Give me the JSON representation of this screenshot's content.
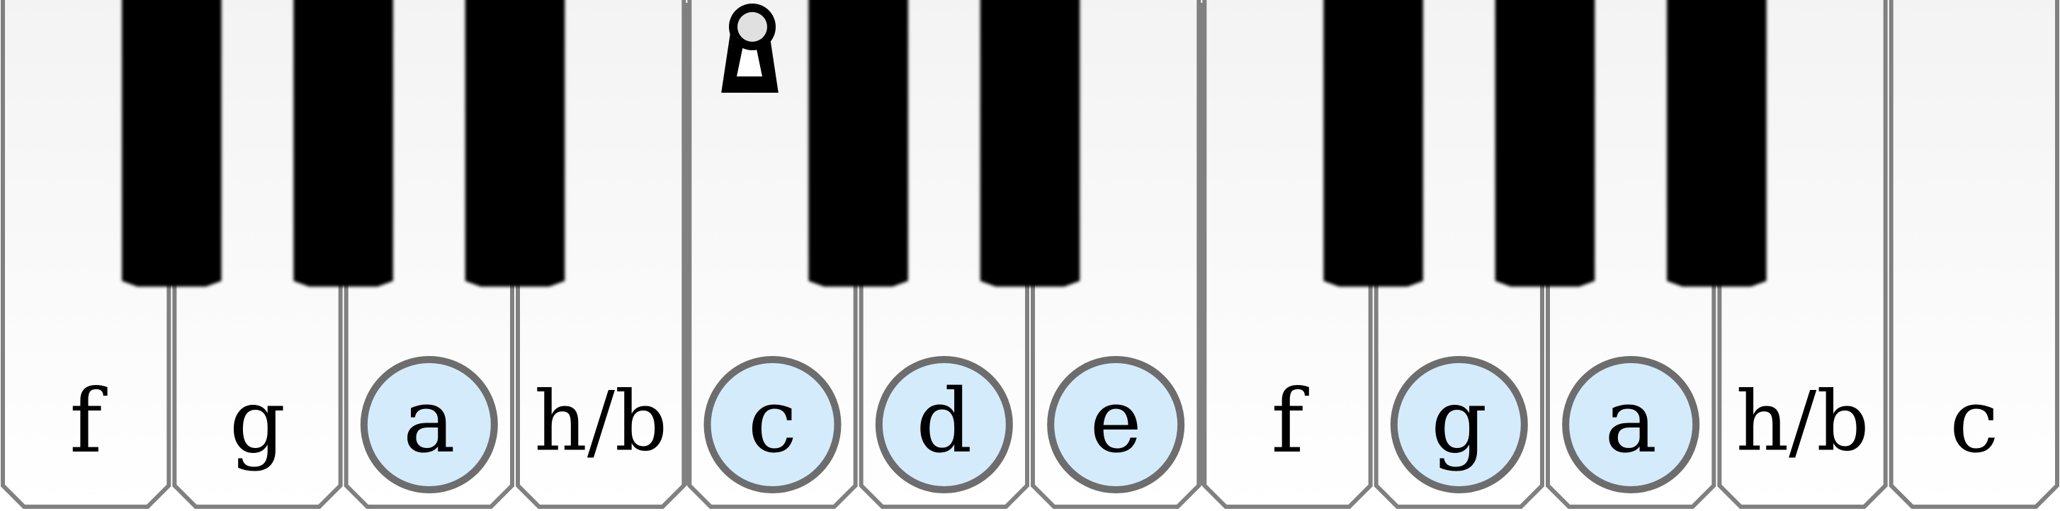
{
  "keyboard": {
    "white_keys": [
      {
        "label": "f",
        "highlighted": false
      },
      {
        "label": "g",
        "highlighted": false
      },
      {
        "label": "a",
        "highlighted": true
      },
      {
        "label": "h/b",
        "highlighted": false
      },
      {
        "label": "c",
        "highlighted": true
      },
      {
        "label": "d",
        "highlighted": true
      },
      {
        "label": "e",
        "highlighted": true
      },
      {
        "label": "f",
        "highlighted": false
      },
      {
        "label": "g",
        "highlighted": true
      },
      {
        "label": "a",
        "highlighted": true
      },
      {
        "label": "h/b",
        "highlighted": false
      },
      {
        "label": "c",
        "highlighted": false
      }
    ],
    "marker_icon": "keyhole-marker-icon",
    "colors": {
      "white_key_top": "#f4f4f4",
      "white_key_bottom": "#ffffff",
      "black_key": "#000000",
      "key_border": "#808080",
      "highlight_fill": "#d4ebfc",
      "highlight_stroke": "#6d6d6d",
      "marker_fill": "#e0e0e0"
    }
  }
}
